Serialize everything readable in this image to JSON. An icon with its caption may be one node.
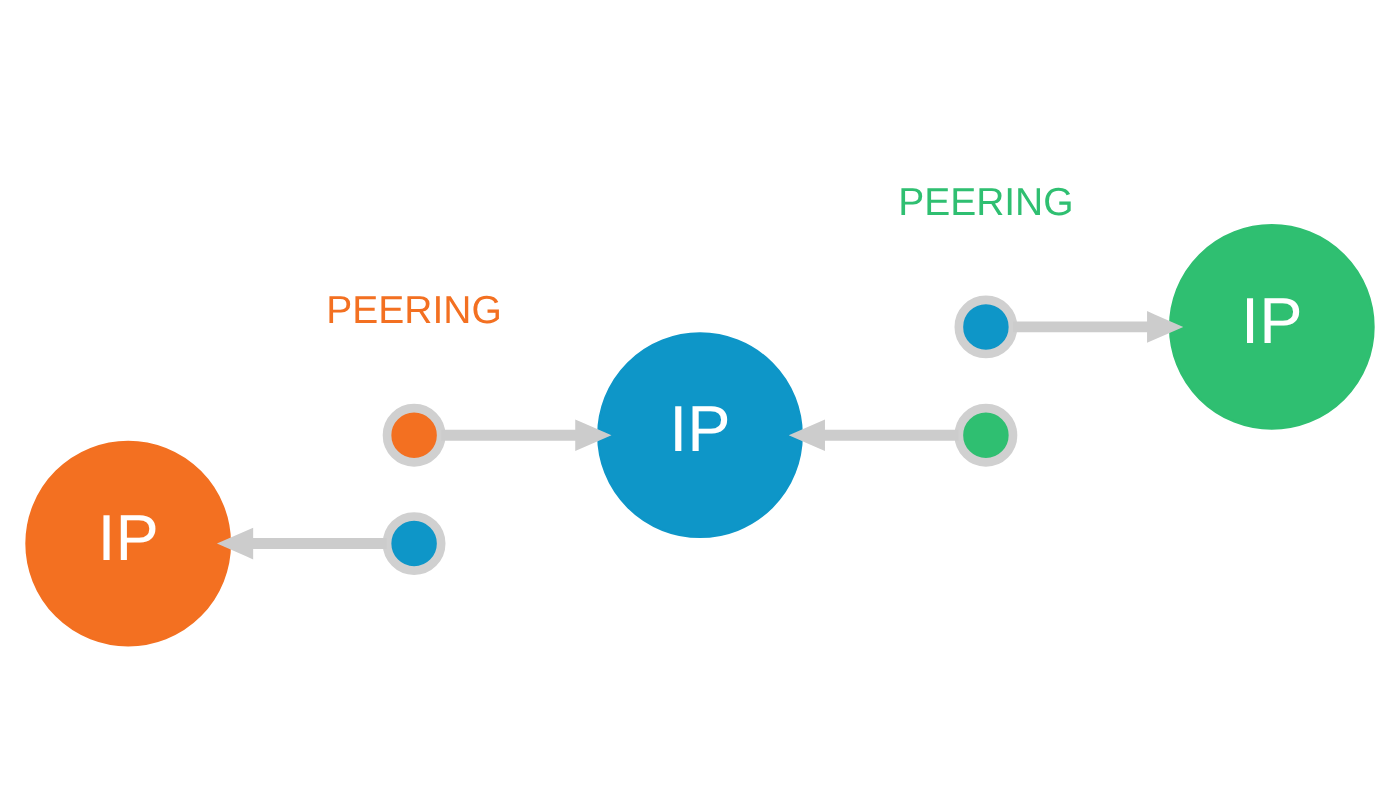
{
  "diagram": {
    "nodes": [
      {
        "text": [
          "IP"
        ]
      },
      {
        "text": [
          "IP"
        ]
      },
      {
        "text": [
          "IP"
        ]
      },
      {
        "text": [],
        "shape": "circle"
      },
      {
        "text": [],
        "shape": "circle"
      },
      {
        "text": [],
        "shape": "circle"
      },
      {
        "text": [],
        "shape": "circle"
      }
    ],
    "edges": [
      {
        "from": 3,
        "to": 1,
        "arrow": "to"
      },
      {
        "from": 4,
        "to": 0,
        "arrow": "to"
      },
      {
        "from": 5,
        "to": 1,
        "arrow": "to"
      },
      {
        "from": 6,
        "to": 2,
        "arrow": "to"
      }
    ],
    "labels": [
      "PEERING",
      "PEERING"
    ]
  }
}
